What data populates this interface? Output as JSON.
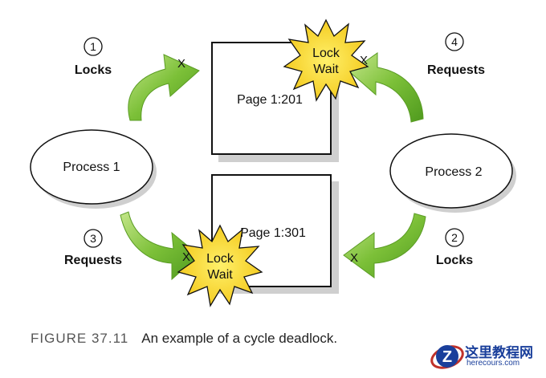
{
  "diagram": {
    "page_top_label": "Page 1:201",
    "page_bottom_label": "Page 1:301",
    "process_left_label": "Process 1",
    "process_right_label": "Process 2",
    "steps": [
      {
        "number": "1",
        "label": "Locks"
      },
      {
        "number": "4",
        "label": "Requests"
      },
      {
        "number": "3",
        "label": "Requests"
      },
      {
        "number": "2",
        "label": "Locks"
      }
    ],
    "lock_wait_line1": "Lock",
    "lock_wait_line2": "Wait",
    "x_mark": "X",
    "colors": {
      "arrow_green": "#6fb52c",
      "arrow_green_light": "#b4de6e",
      "starburst_yellow": "#f7d21c",
      "shadow_gray": "#cfcfcf"
    }
  },
  "caption": {
    "figure": "FIGURE 37.11",
    "text": "An example of a cycle deadlock."
  },
  "watermark": {
    "line1": "这里教程网",
    "line2": "herecours.com"
  }
}
